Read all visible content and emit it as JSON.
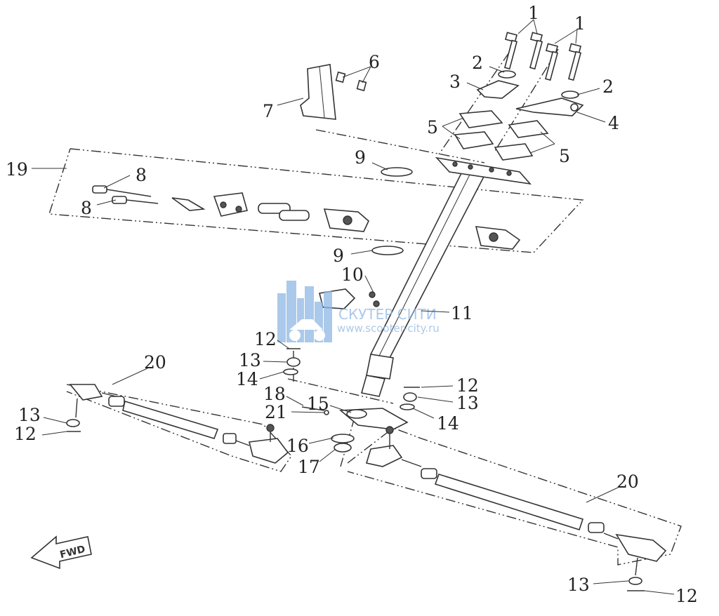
{
  "callouts": {
    "c1a": "1",
    "c1b": "1",
    "c2a": "2",
    "c2b": "2",
    "c3": "3",
    "c4": "4",
    "c5a": "5",
    "c5b": "5",
    "c6": "6",
    "c7": "7",
    "c8a": "8",
    "c8b": "8",
    "c9a": "9",
    "c9b": "9",
    "c10": "10",
    "c11": "11",
    "c12a": "12",
    "c12b": "12",
    "c12c": "12",
    "c12d": "12",
    "c13a": "13",
    "c13b": "13",
    "c13c": "13",
    "c13d": "13",
    "c14a": "14",
    "c14b": "14",
    "c15": "15",
    "c16": "16",
    "c17": "17",
    "c18": "18",
    "c19": "19",
    "c20a": "20",
    "c20b": "20",
    "c21": "21"
  },
  "direction_arrow": "FWD",
  "watermark": {
    "brand": "СКУТЕР СИТИ",
    "url": "www.scooter-city.ru"
  },
  "colors": {
    "ink": "#333333",
    "watermark": "#8fb7e3"
  }
}
